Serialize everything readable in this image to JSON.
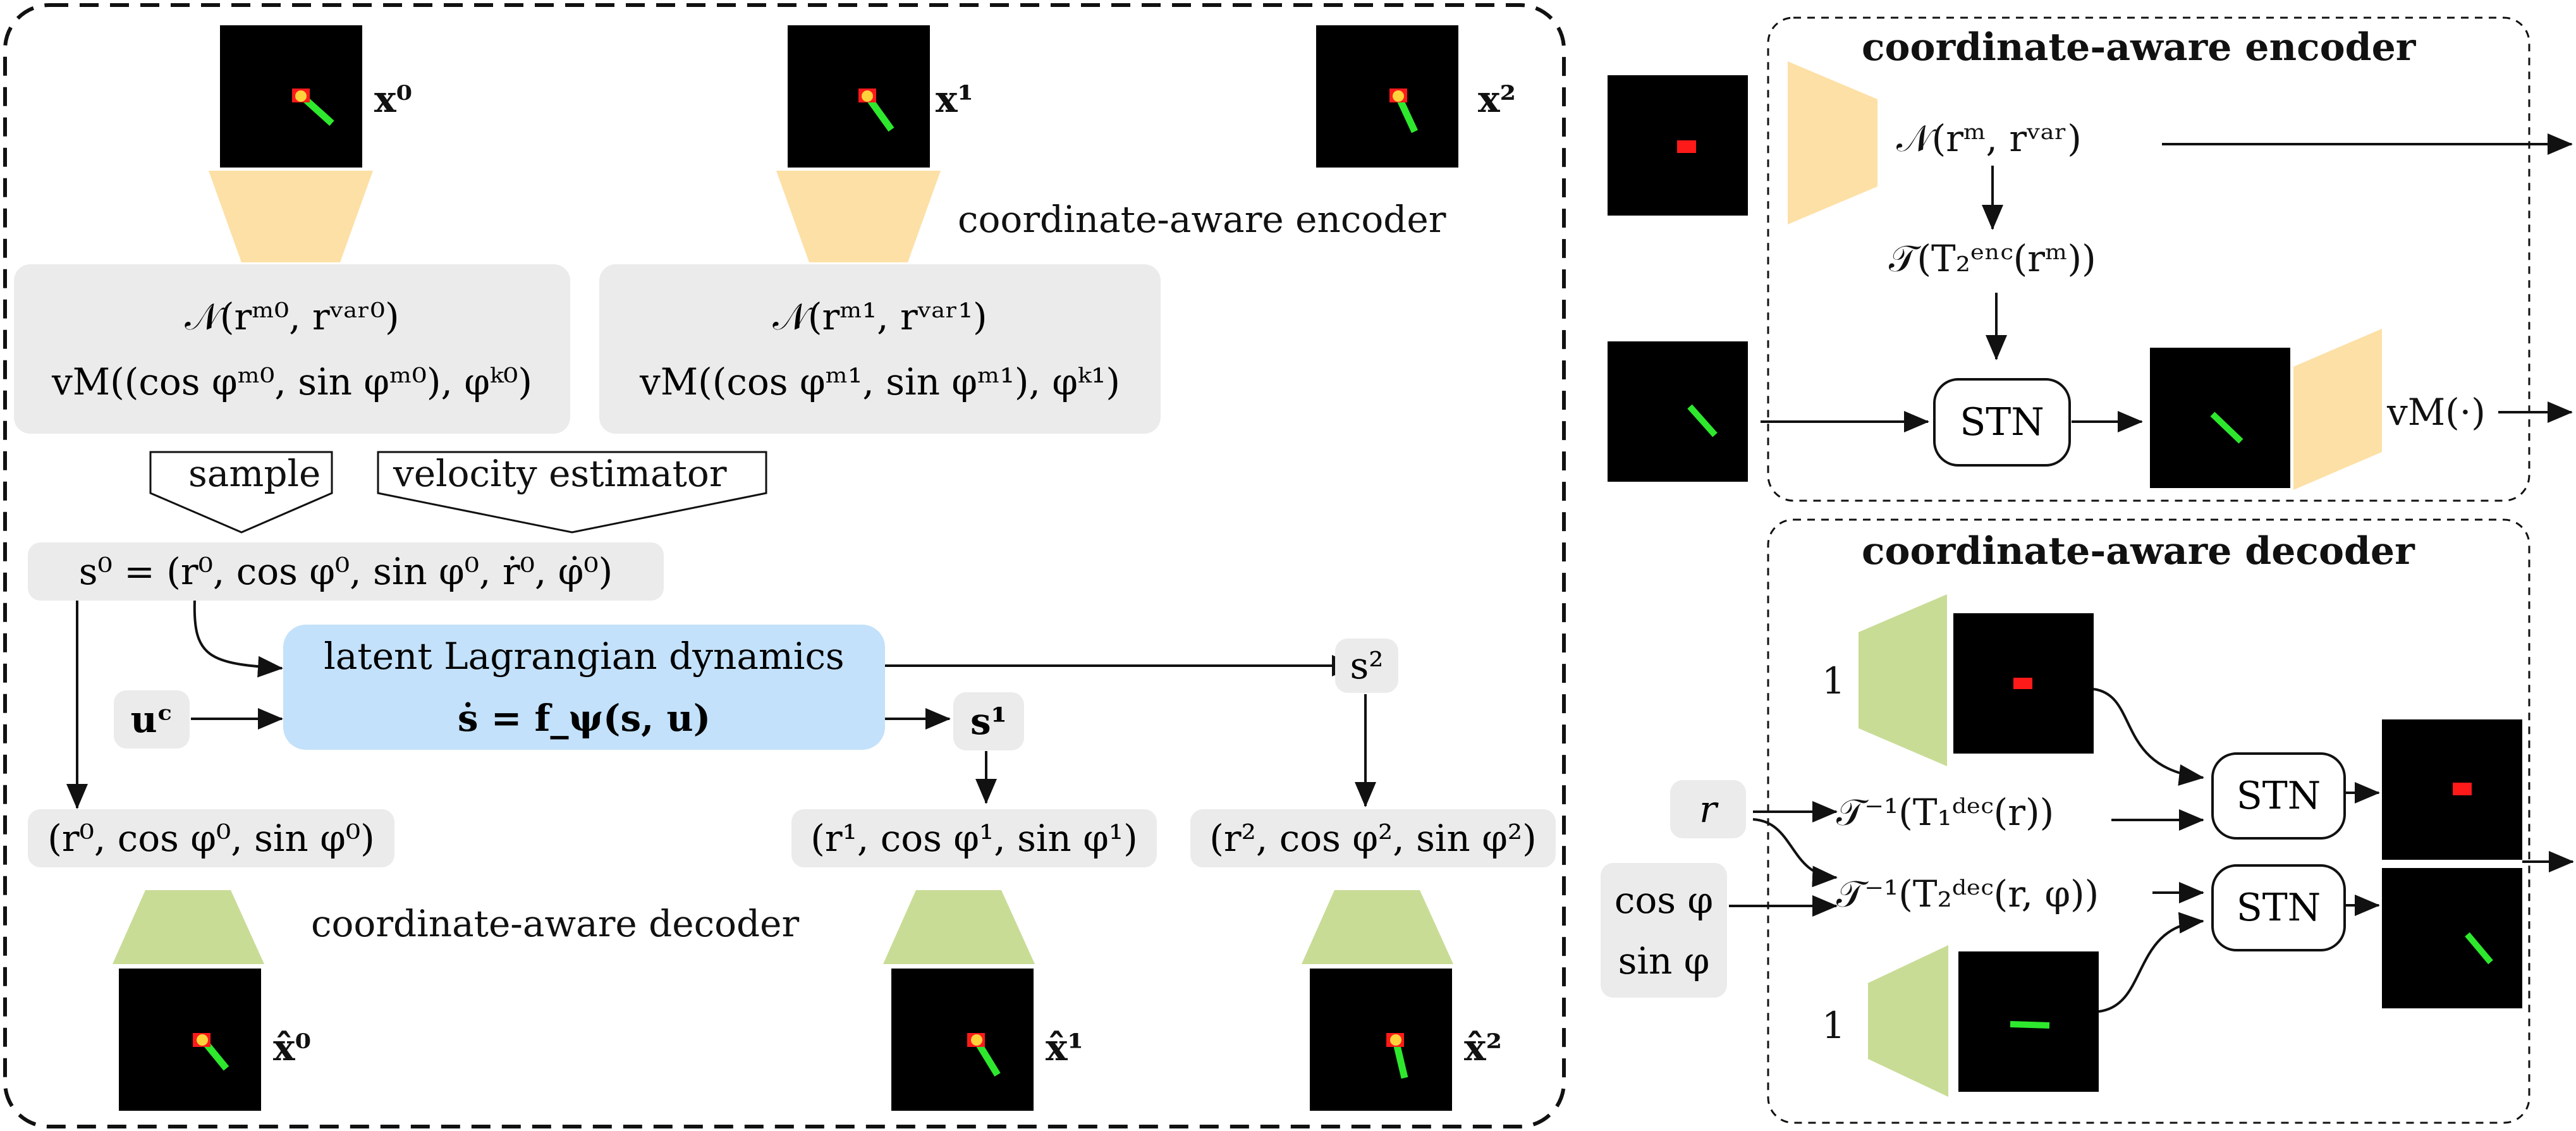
{
  "left_panel": {
    "inputs": [
      "x⁰",
      "x¹",
      "x²"
    ],
    "encoder_label": "coordinate-aware encoder",
    "dist0_line1": "𝒩(rᵐ⁰, rᵛᵃʳ⁰)",
    "dist0_line2": "vM((cos φᵐ⁰, sin φᵐ⁰), φᵏ⁰)",
    "dist1_line1": "𝒩(rᵐ¹, rᵛᵃʳ¹)",
    "dist1_line2": "vM((cos φᵐ¹, sin φᵐ¹), φᵏ¹)",
    "sample_label": "sample",
    "velocity_label": "velocity estimator",
    "state0": "s⁰ = (r⁰, cos φ⁰, sin φ⁰, ṙ⁰, φ̇⁰)",
    "control": "uᶜ",
    "dynamics_line1": "latent Lagrangian dynamics",
    "dynamics_line2": "ṡ = f_ψ(s, u)",
    "state1": "s¹",
    "state2": "s²",
    "coords0": "(r⁰, cos φ⁰, sin φ⁰)",
    "coords1": "(r¹, cos φ¹, sin φ¹)",
    "coords2": "(r², cos φ², sin φ²)",
    "decoder_label": "coordinate-aware decoder",
    "outputs": [
      "x̂⁰",
      "x̂¹",
      "x̂²"
    ]
  },
  "encoder_panel": {
    "title": "coordinate-aware encoder",
    "normal": "𝒩(rᵐ, rᵛᵃʳ)",
    "transform": "𝒯(T₂ᵉⁿᶜ(rᵐ))",
    "stn": "STN",
    "vm": "vM(·)"
  },
  "decoder_panel": {
    "title": "coordinate-aware decoder",
    "input_r": "r",
    "input_cos": "cos φ",
    "input_sin": "sin φ",
    "transform1": "𝒯⁻¹(T₁ᵈᵉᶜ(r))",
    "transform2": "𝒯⁻¹(T₂ᵈᵉᶜ(r, φ))",
    "stn1": "STN",
    "stn2": "STN",
    "one_top": "1",
    "one_bottom": "1"
  },
  "colors": {
    "encoder": "#fde0a6",
    "decoder": "#c8dc96",
    "dynamics": "#c3e1fa",
    "gray_box": "#ebebeb",
    "pole": "#2ee82e",
    "cart": "#ff1a1a",
    "pivot": "#ffd23c"
  }
}
